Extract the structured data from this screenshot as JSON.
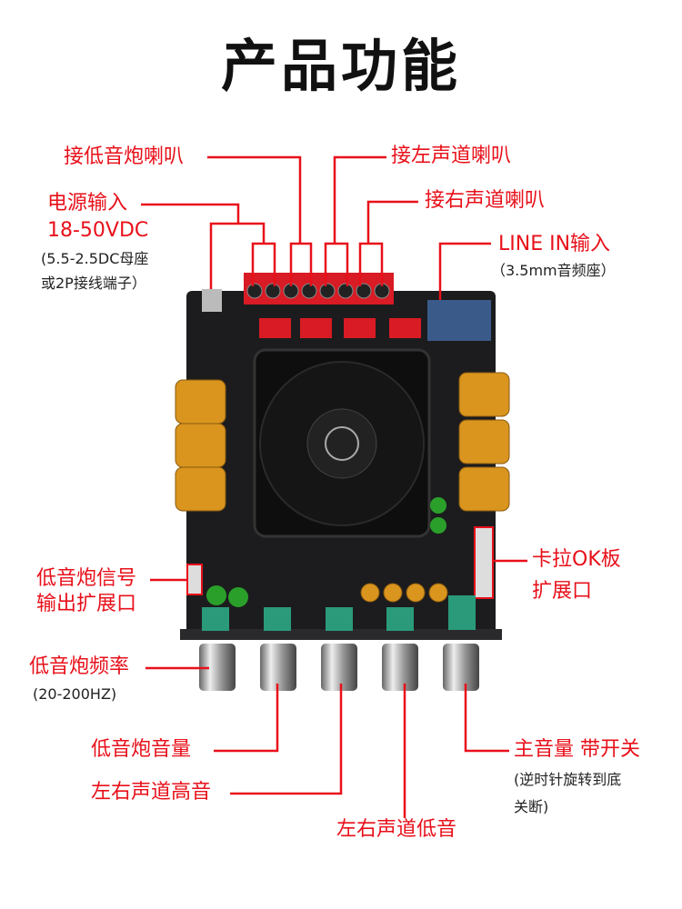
{
  "title": "产品功能",
  "labels": {
    "subwoofer_speaker": "接低音炮喇叭",
    "left_speaker": "接左声道喇叭",
    "right_speaker": "接右声道喇叭",
    "power_input": "电源输入",
    "power_voltage": "18-50VDC",
    "power_note_1": "(5.5-2.5DC母座",
    "power_note_2": "或2P接线端子）",
    "line_in": "LINE IN输入",
    "line_in_note": "（3.5mm音频座）",
    "sub_signal_1": "低音炮信号",
    "sub_signal_2": "输出扩展口",
    "karaoke_1": "卡拉OK板",
    "karaoke_2": "扩展口",
    "sub_freq": "低音炮频率",
    "sub_freq_range": "(20-200HZ)",
    "sub_volume": "低音炮音量",
    "treble": "左右声道高音",
    "bass": "左右声道低音",
    "master_volume": "主音量 带开关",
    "master_note_1": "(逆时针旋转到底",
    "master_note_2": "关断)"
  },
  "colors": {
    "accent": "#e8101a",
    "pcb": "#1c1c1e",
    "capacitor": "#d9951e"
  }
}
